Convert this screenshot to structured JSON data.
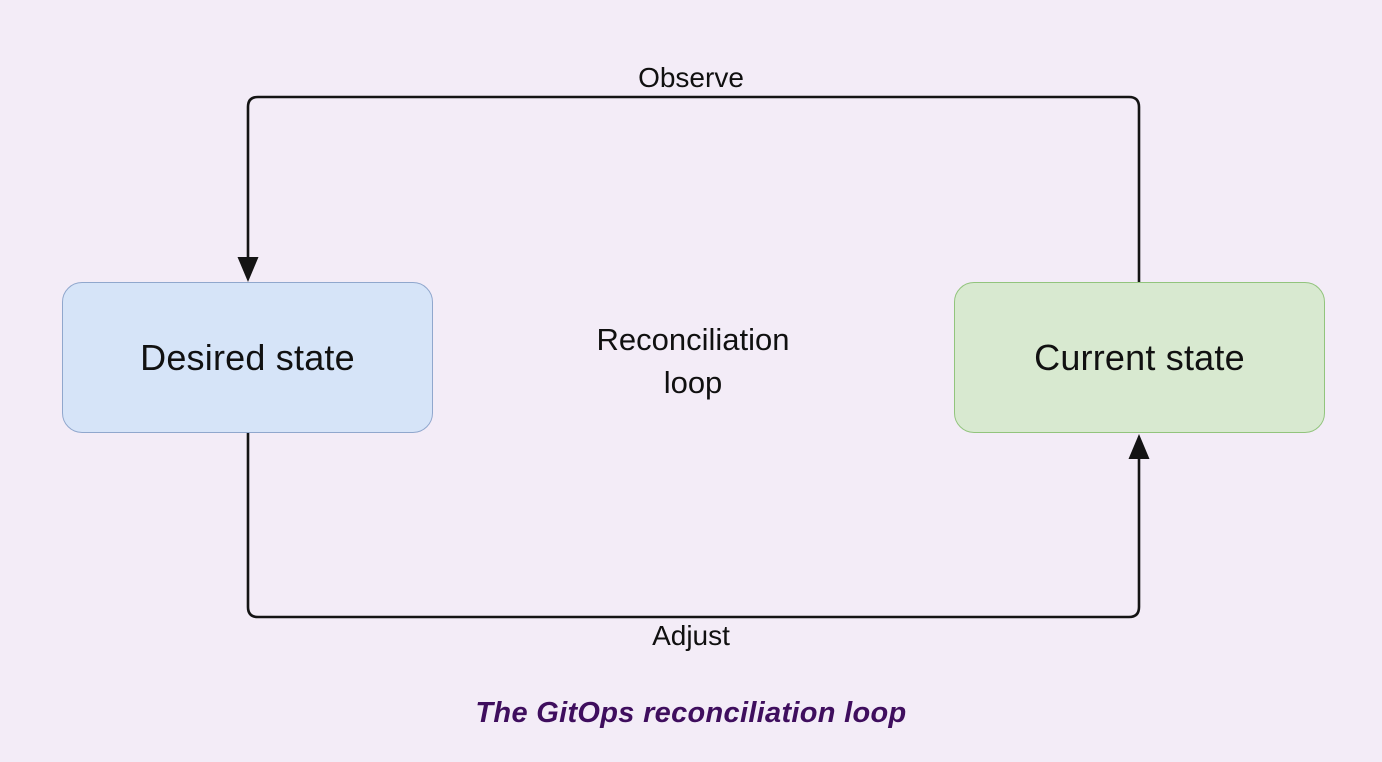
{
  "page": {
    "background_color": "#f3ecf7"
  },
  "diagram": {
    "nodes": [
      {
        "id": "desired-state",
        "label": "Desired state",
        "fill_color": "#d6e4f8",
        "border_color": "#90a7cd"
      },
      {
        "id": "current-state",
        "label": "Current state",
        "fill_color": "#d8e9d0",
        "border_color": "#92c47d"
      }
    ],
    "edges": [
      {
        "id": "observe",
        "label": "Observe",
        "from": "current-state",
        "to": "desired-state",
        "position": "top"
      },
      {
        "id": "adjust",
        "label": "Adjust",
        "from": "desired-state",
        "to": "current-state",
        "position": "bottom"
      }
    ],
    "center_label": "Reconciliation loop",
    "line_color": "#141414"
  },
  "caption": {
    "text": "The GitOps reconciliation loop",
    "color": "#3f0e5e"
  }
}
